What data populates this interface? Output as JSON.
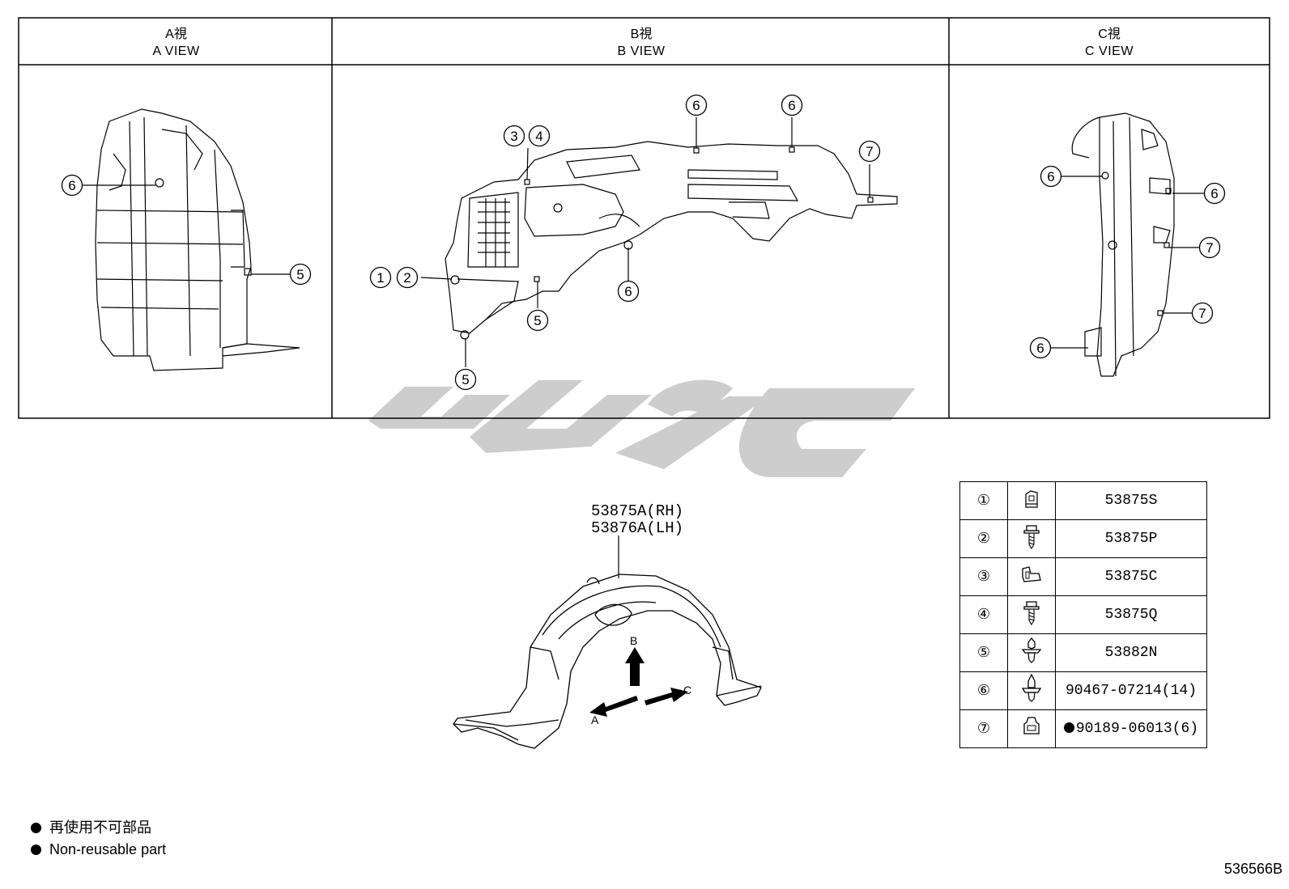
{
  "views": [
    {
      "ja": "A視",
      "en": "A VIEW"
    },
    {
      "ja": "B視",
      "en": "B VIEW"
    },
    {
      "ja": "C視",
      "en": "C VIEW"
    }
  ],
  "callout_numbers": [
    "①",
    "②",
    "③",
    "④",
    "⑤",
    "⑥",
    "⑦"
  ],
  "main_part": {
    "rh": "53875A(RH)",
    "lh": "53876A(LH)"
  },
  "direction_labels": {
    "a": "A",
    "b": "B",
    "c": "C"
  },
  "parts": [
    {
      "num": "①",
      "icon": "clip-icon",
      "pn": "53875S",
      "non_reusable": false
    },
    {
      "num": "②",
      "icon": "screw-icon",
      "pn": "53875P",
      "non_reusable": false
    },
    {
      "num": "③",
      "icon": "clip-icon",
      "pn": "53875C",
      "non_reusable": false
    },
    {
      "num": "④",
      "icon": "screw-icon",
      "pn": "53875Q",
      "non_reusable": false
    },
    {
      "num": "⑤",
      "icon": "push-rivet-icon",
      "pn": "53882N",
      "non_reusable": false
    },
    {
      "num": "⑥",
      "icon": "push-rivet-icon",
      "pn": "90467-07214(14)",
      "non_reusable": false
    },
    {
      "num": "⑦",
      "icon": "nut-icon",
      "pn": "90189-06013(6)",
      "non_reusable": true
    }
  ],
  "legend": {
    "ja": "再使用不可部品",
    "en": "Non-reusable part"
  },
  "doc_code": "536566B"
}
